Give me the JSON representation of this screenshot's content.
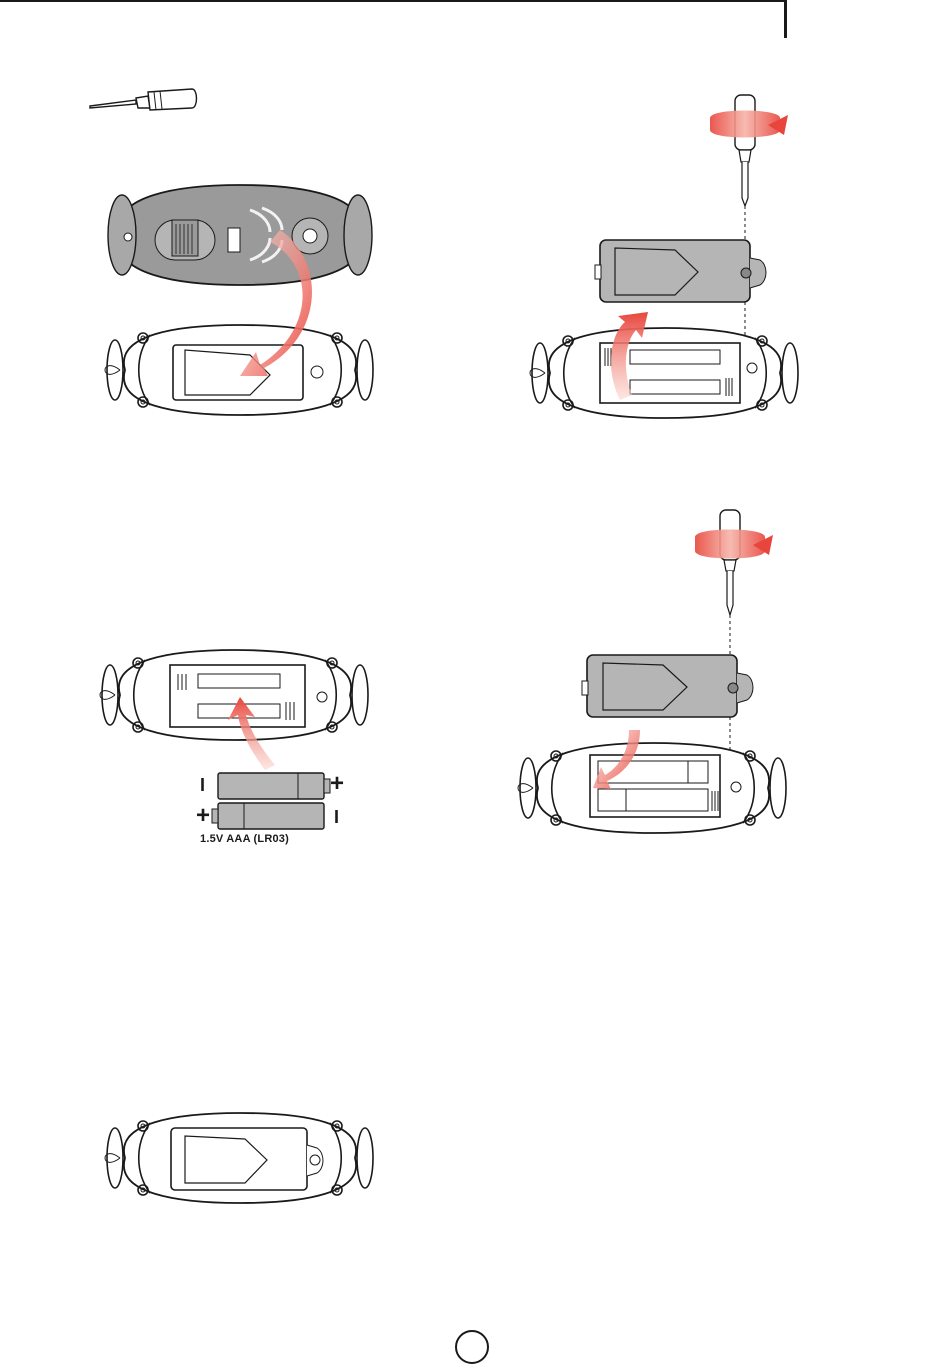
{
  "page": {
    "page_number": ""
  },
  "tool": {
    "icon": "screwdriver-icon"
  },
  "battery": {
    "type_label": "1.5V  AAA (LR03)",
    "plus_sign": "+",
    "minus_sign": "I",
    "count": 2
  },
  "colors": {
    "arrow": "#e8463c",
    "arrow_fade": "#f6b3a8",
    "device_body": "#9a9a9a",
    "cover": "#b5b5b5",
    "ink": "#1a1a1a"
  },
  "steps": [
    {
      "name": "turn-over-and-locate-cover",
      "icon": "curved-arrow-icon"
    },
    {
      "name": "unscrew-and-remove-cover",
      "icon": "rotate-arrow-icon"
    },
    {
      "name": "insert-batteries",
      "icon": "curved-arrow-icon"
    },
    {
      "name": "replace-cover-and-screw",
      "icon": "rotate-arrow-icon"
    },
    {
      "name": "closed-compartment",
      "icon": "battery-cover-icon"
    }
  ]
}
